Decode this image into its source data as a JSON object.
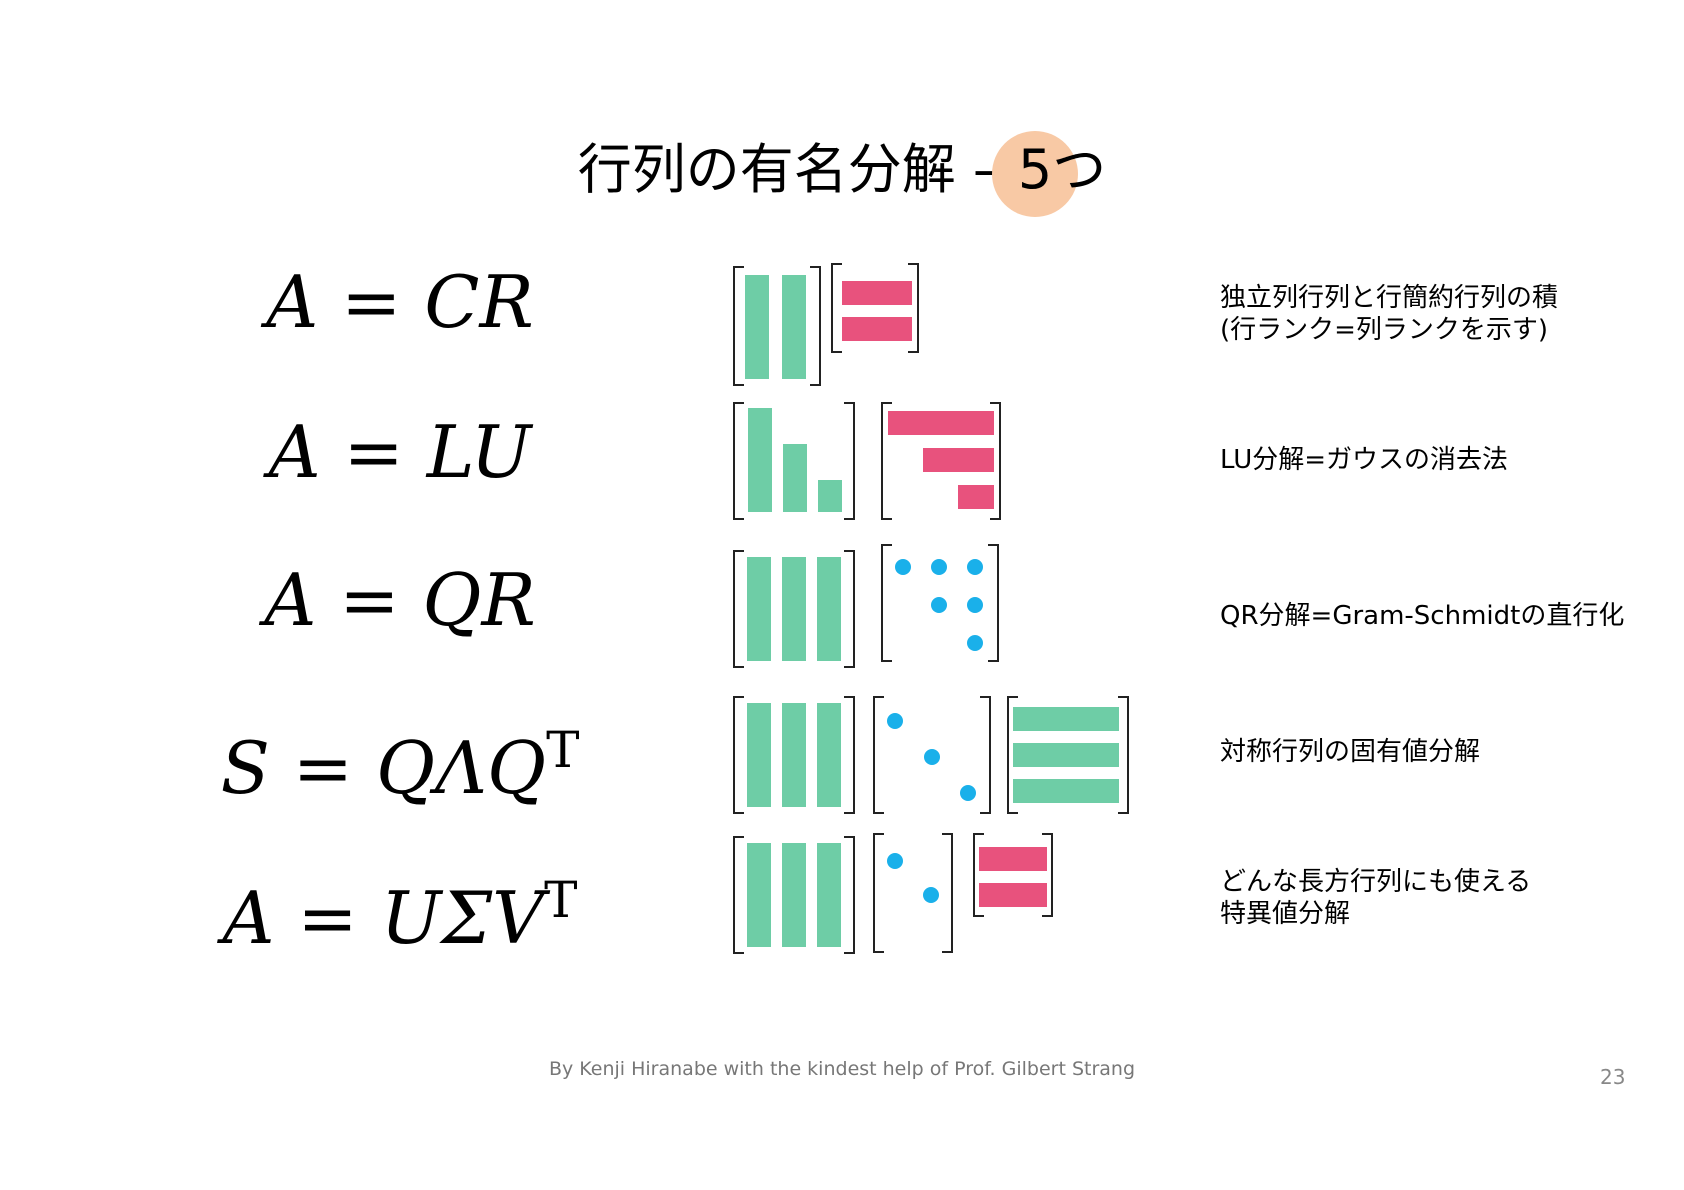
{
  "slide": {
    "title_main": "行列の有名分解 –",
    "title_highlight": "5つ",
    "footer": "By Kenji Hiranabe with the kindest help of Prof. Gilbert Strang",
    "page_number": "23",
    "colors": {
      "green": "#6ecda6",
      "pink": "#e8527d",
      "blue": "#1ab0ea",
      "highlight": "#f8c9a5",
      "bracket": "#222222"
    }
  },
  "decompositions": [
    {
      "formula": "A = CR",
      "superscript": "",
      "description": "独立列行列と行簡約行列の積\n(行ランク=列ランクを示す)"
    },
    {
      "formula": "A = LU",
      "superscript": "",
      "description": "LU分解=ガウスの消去法"
    },
    {
      "formula": "A = QR",
      "superscript": "",
      "description": "QR分解=Gram-Schmidtの直行化"
    },
    {
      "formula": "S = QΛQ",
      "superscript": "T",
      "description": "対称行列の固有値分解"
    },
    {
      "formula": "A = UΣV",
      "superscript": "T",
      "description": "どんな長方行列にも使える\n特異値分解"
    }
  ]
}
